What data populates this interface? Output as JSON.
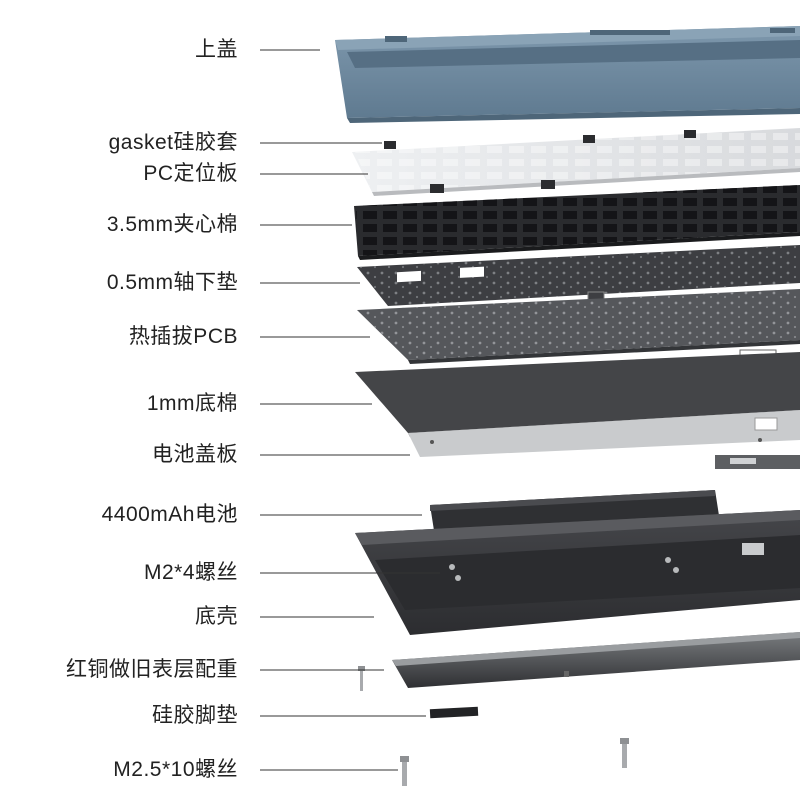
{
  "labels": [
    "上盖",
    "gasket硅胶套",
    "PC定位板",
    "3.5mm夹心棉",
    "0.5mm轴下垫",
    "热插拔PCB",
    "1mm底棉",
    "电池盖板",
    "4400mAh电池",
    "M2*4螺丝",
    "底壳",
    "红铜做旧表层配重",
    "硅胶脚垫",
    "M2.5*10螺丝"
  ],
  "colors": {
    "top_case": "#6f8aa0",
    "pc_plate": "#e6e8ea",
    "foam": "#2a2b2e",
    "switch_pad": "#3d3e42",
    "pcb": "#55575b",
    "bottom_foam": "#444548",
    "battery_cover": "#c9cbcd",
    "battery": "#2f3033",
    "bottom_case": "#3a3b3e",
    "weight": "#4a4c4f",
    "leader_line": "#333333"
  }
}
